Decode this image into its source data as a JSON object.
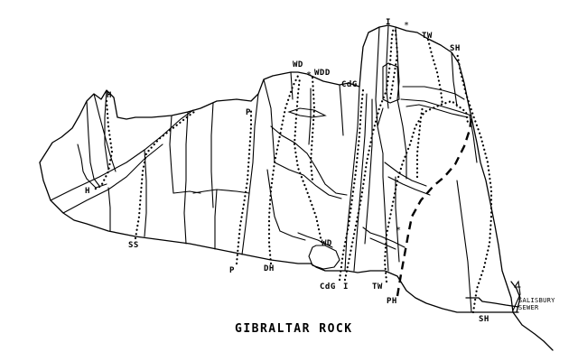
{
  "title": "GIBRALTAR ROCK",
  "route_labels": {
    "I_top": "I",
    "TW_top": "TW",
    "SH_top": "SH",
    "WD_top": "WD",
    "WDD": "WDD",
    "CdG_top": "CdG",
    "H_top": "H",
    "H_low": "H",
    "P_mid": "P",
    "SS": "SS",
    "P_bottom": "P",
    "DH": "DH",
    "WD_low": "WD",
    "CdG_bottom": "CdG",
    "I_bottom": "I",
    "TW_bottom": "TW",
    "PH": "PH",
    "SH_bottom": "SH"
  },
  "markers": {
    "star_top": "*",
    "star_wdd": "*",
    "star_mid": "*"
  },
  "note": {
    "line1": "SALISBURY",
    "line2": "SEWER"
  }
}
